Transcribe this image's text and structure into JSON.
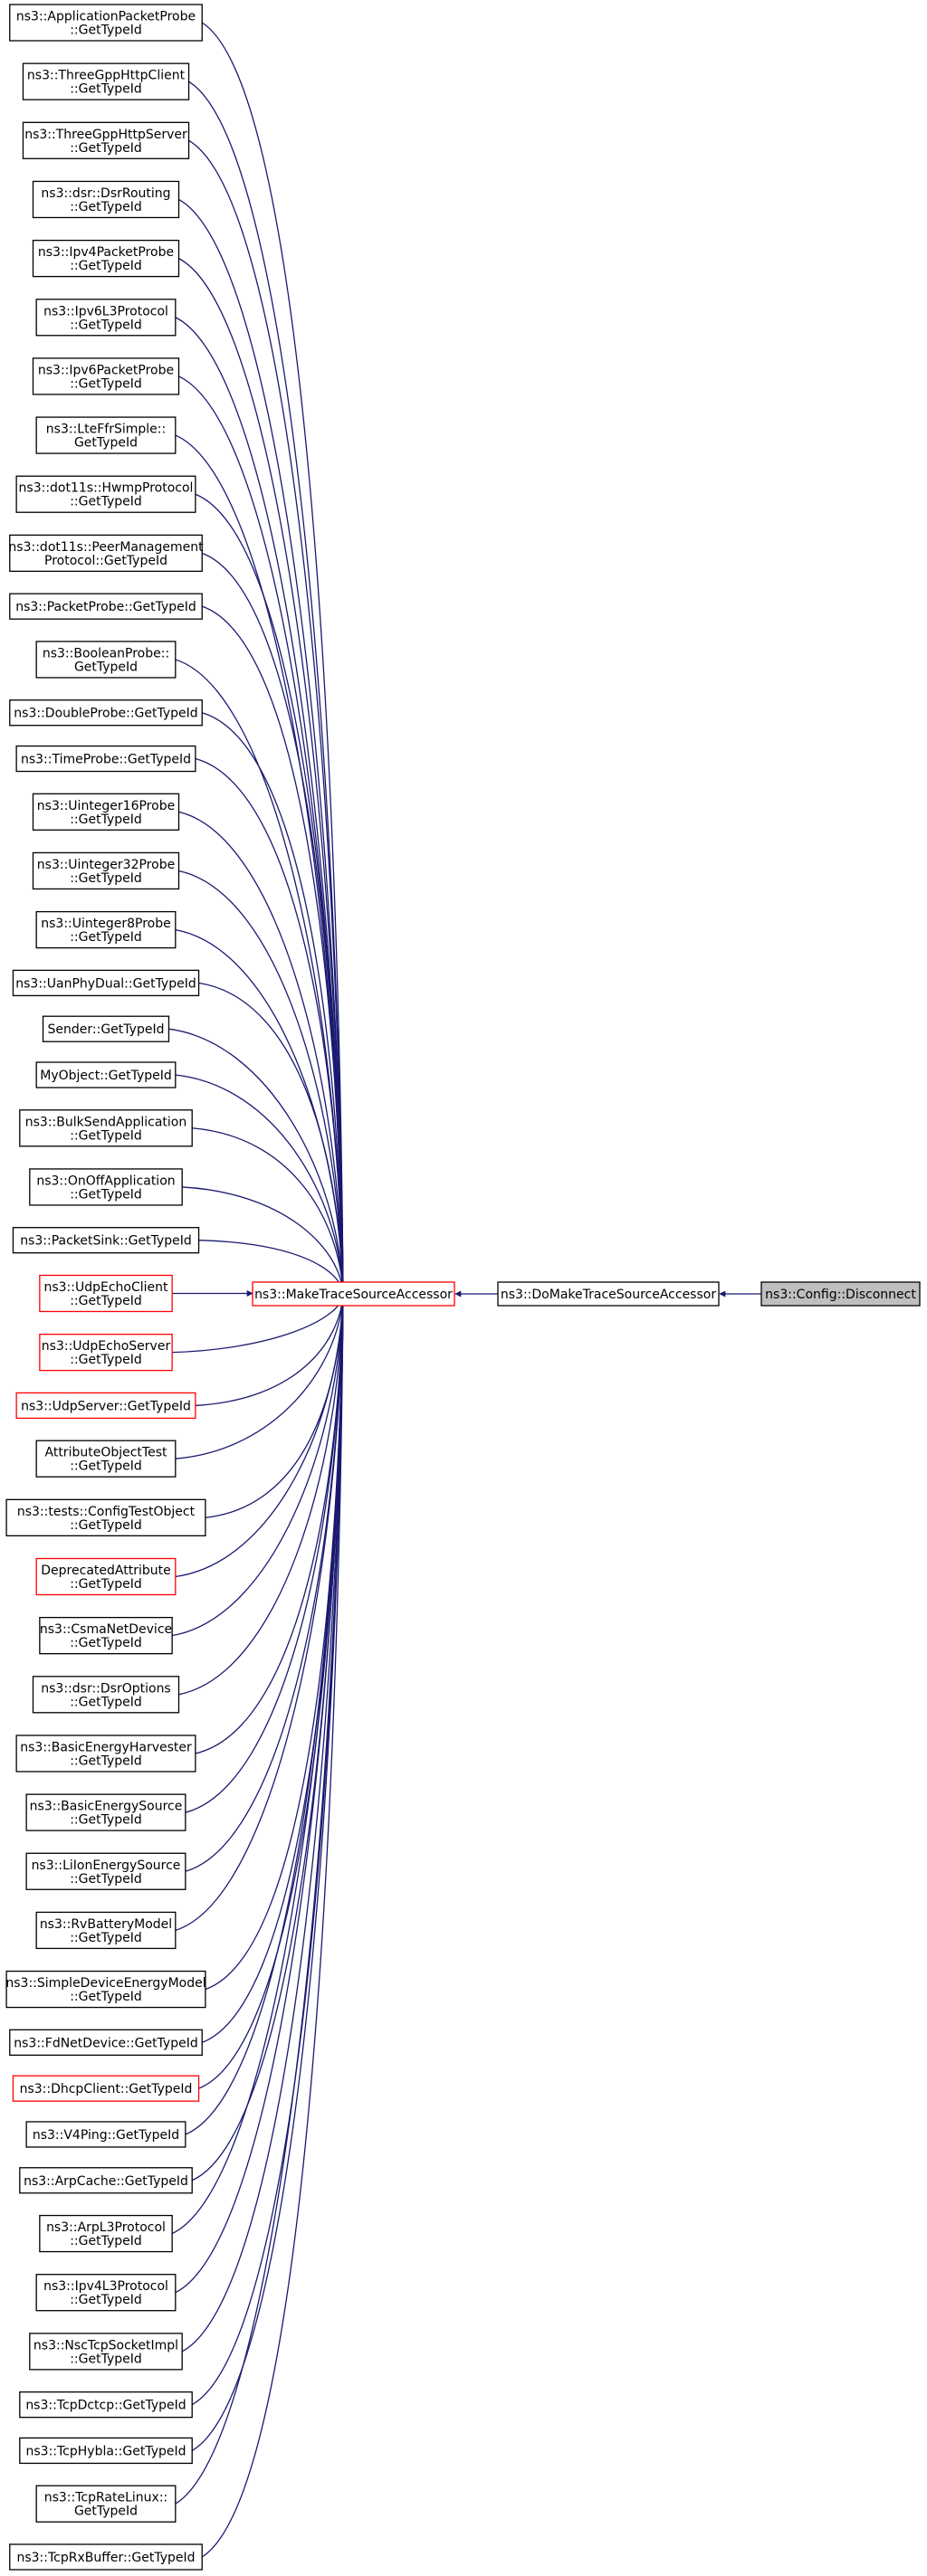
{
  "graph": {
    "target": {
      "line1": "ns3::Config::Disconnect",
      "line2": ""
    },
    "middle": {
      "line1": "ns3::DoMakeTraceSourceAccessor",
      "line2": ""
    },
    "hub": {
      "line1": "ns3::MakeTraceSourceAccessor",
      "line2": ""
    },
    "callers": [
      {
        "line1": "ns3::ApplicationPacketProbe",
        "line2": "::GetTypeId",
        "highlight": false
      },
      {
        "line1": "ns3::ThreeGppHttpClient",
        "line2": "::GetTypeId",
        "highlight": false
      },
      {
        "line1": "ns3::ThreeGppHttpServer",
        "line2": "::GetTypeId",
        "highlight": false
      },
      {
        "line1": "ns3::dsr::DsrRouting",
        "line2": "::GetTypeId",
        "highlight": false
      },
      {
        "line1": "ns3::Ipv4PacketProbe",
        "line2": "::GetTypeId",
        "highlight": false
      },
      {
        "line1": "ns3::Ipv6L3Protocol",
        "line2": "::GetTypeId",
        "highlight": false
      },
      {
        "line1": "ns3::Ipv6PacketProbe",
        "line2": "::GetTypeId",
        "highlight": false
      },
      {
        "line1": "ns3::LteFfrSimple::",
        "line2": "GetTypeId",
        "highlight": false
      },
      {
        "line1": "ns3::dot11s::HwmpProtocol",
        "line2": "::GetTypeId",
        "highlight": false
      },
      {
        "line1": "ns3::dot11s::PeerManagement",
        "line2": "Protocol::GetTypeId",
        "highlight": false
      },
      {
        "line1": "ns3::PacketProbe::GetTypeId",
        "line2": "",
        "highlight": false
      },
      {
        "line1": "ns3::BooleanProbe::",
        "line2": "GetTypeId",
        "highlight": false
      },
      {
        "line1": "ns3::DoubleProbe::GetTypeId",
        "line2": "",
        "highlight": false
      },
      {
        "line1": "ns3::TimeProbe::GetTypeId",
        "line2": "",
        "highlight": false
      },
      {
        "line1": "ns3::Uinteger16Probe",
        "line2": "::GetTypeId",
        "highlight": false
      },
      {
        "line1": "ns3::Uinteger32Probe",
        "line2": "::GetTypeId",
        "highlight": false
      },
      {
        "line1": "ns3::Uinteger8Probe",
        "line2": "::GetTypeId",
        "highlight": false
      },
      {
        "line1": "ns3::UanPhyDual::GetTypeId",
        "line2": "",
        "highlight": false
      },
      {
        "line1": "Sender::GetTypeId",
        "line2": "",
        "highlight": false
      },
      {
        "line1": "MyObject::GetTypeId",
        "line2": "",
        "highlight": false
      },
      {
        "line1": "ns3::BulkSendApplication",
        "line2": "::GetTypeId",
        "highlight": false
      },
      {
        "line1": "ns3::OnOffApplication",
        "line2": "::GetTypeId",
        "highlight": false
      },
      {
        "line1": "ns3::PacketSink::GetTypeId",
        "line2": "",
        "highlight": false
      },
      {
        "line1": "ns3::UdpEchoClient",
        "line2": "::GetTypeId",
        "highlight": true
      },
      {
        "line1": "ns3::UdpEchoServer",
        "line2": "::GetTypeId",
        "highlight": true
      },
      {
        "line1": "ns3::UdpServer::GetTypeId",
        "line2": "",
        "highlight": true
      },
      {
        "line1": "AttributeObjectTest",
        "line2": "::GetTypeId",
        "highlight": false
      },
      {
        "line1": "ns3::tests::ConfigTestObject",
        "line2": "::GetTypeId",
        "highlight": false
      },
      {
        "line1": "DeprecatedAttribute",
        "line2": "::GetTypeId",
        "highlight": true
      },
      {
        "line1": "ns3::CsmaNetDevice",
        "line2": "::GetTypeId",
        "highlight": false
      },
      {
        "line1": "ns3::dsr::DsrOptions",
        "line2": "::GetTypeId",
        "highlight": false
      },
      {
        "line1": "ns3::BasicEnergyHarvester",
        "line2": "::GetTypeId",
        "highlight": false
      },
      {
        "line1": "ns3::BasicEnergySource",
        "line2": "::GetTypeId",
        "highlight": false
      },
      {
        "line1": "ns3::LiIonEnergySource",
        "line2": "::GetTypeId",
        "highlight": false
      },
      {
        "line1": "ns3::RvBatteryModel",
        "line2": "::GetTypeId",
        "highlight": false
      },
      {
        "line1": "ns3::SimpleDeviceEnergyModel",
        "line2": "::GetTypeId",
        "highlight": false
      },
      {
        "line1": "ns3::FdNetDevice::GetTypeId",
        "line2": "",
        "highlight": false
      },
      {
        "line1": "ns3::DhcpClient::GetTypeId",
        "line2": "",
        "highlight": true
      },
      {
        "line1": "ns3::V4Ping::GetTypeId",
        "line2": "",
        "highlight": false
      },
      {
        "line1": "ns3::ArpCache::GetTypeId",
        "line2": "",
        "highlight": false
      },
      {
        "line1": "ns3::ArpL3Protocol",
        "line2": "::GetTypeId",
        "highlight": false
      },
      {
        "line1": "ns3::Ipv4L3Protocol",
        "line2": "::GetTypeId",
        "highlight": false
      },
      {
        "line1": "ns3::NscTcpSocketImpl",
        "line2": "::GetTypeId",
        "highlight": false
      },
      {
        "line1": "ns3::TcpDctcp::GetTypeId",
        "line2": "",
        "highlight": false
      },
      {
        "line1": "ns3::TcpHybla::GetTypeId",
        "line2": "",
        "highlight": false
      },
      {
        "line1": "ns3::TcpRateLinux::",
        "line2": "GetTypeId",
        "highlight": false
      },
      {
        "line1": "ns3::TcpRxBuffer::GetTypeId",
        "line2": "",
        "highlight": false
      }
    ],
    "colors": {
      "edge": "#191970",
      "node_border": "#000000",
      "highlight_border": "#ff0000",
      "hub_border": "#ff0000",
      "target_fill": "#bfbfbf",
      "text": "#000000"
    }
  }
}
